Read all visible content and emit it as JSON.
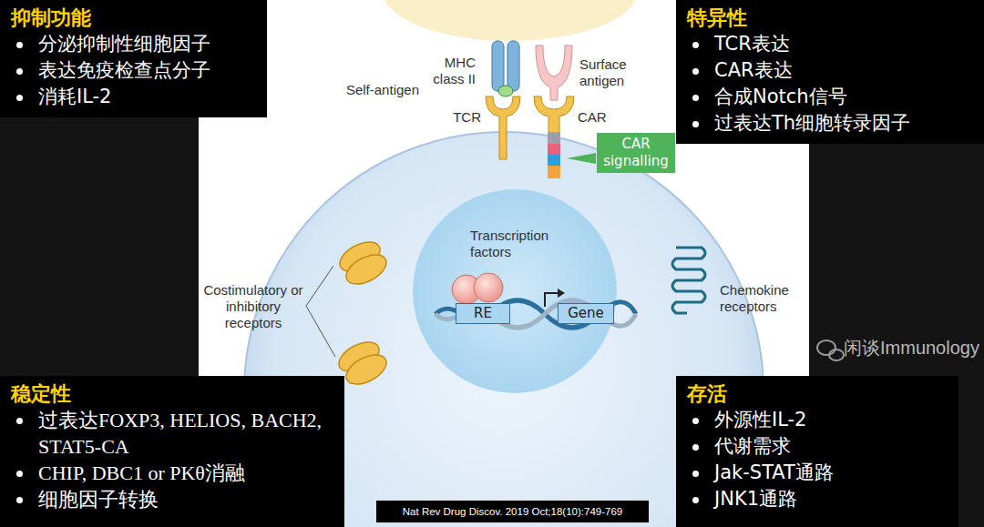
{
  "diagram": {
    "nodes": [
      {
        "text": [
          "抑制功能",
          "分泌抑制性细胞因子",
          "表达免疫检查点分子",
          "消耗IL-2"
        ]
      },
      {
        "text": [
          "特异性",
          "TCR表达",
          "CAR表达",
          "合成Notch信号",
          "过表达Th细胞转录因子"
        ]
      },
      {
        "text": [
          "稳定性",
          "过表达FOXP3, HELIOS, BACH2, STAT5-CA",
          "CHIP, DBC1 or PKθ消融",
          "细胞因子转换"
        ]
      },
      {
        "text": [
          "存活",
          "外源性IL-2",
          "代谢需求",
          "Jak-STAT通路",
          "JNK1通路"
        ]
      },
      {
        "text": [
          "CAR signalling"
        ]
      },
      {
        "text": [
          "RE"
        ]
      },
      {
        "text": [
          "Gene"
        ]
      },
      {
        "text": [
          "Nat Rev Drug Discov. 2019 Oct;18(10):749-769"
        ]
      }
    ],
    "edges": [],
    "labels": [
      "MHC class II",
      "Self-antigen",
      "TCR",
      "Surface antigen",
      "CAR",
      "Transcription factors",
      "Costimulatory or inhibitory receptors",
      "Chemokine receptors",
      "闲谈Immunology"
    ]
  }
}
